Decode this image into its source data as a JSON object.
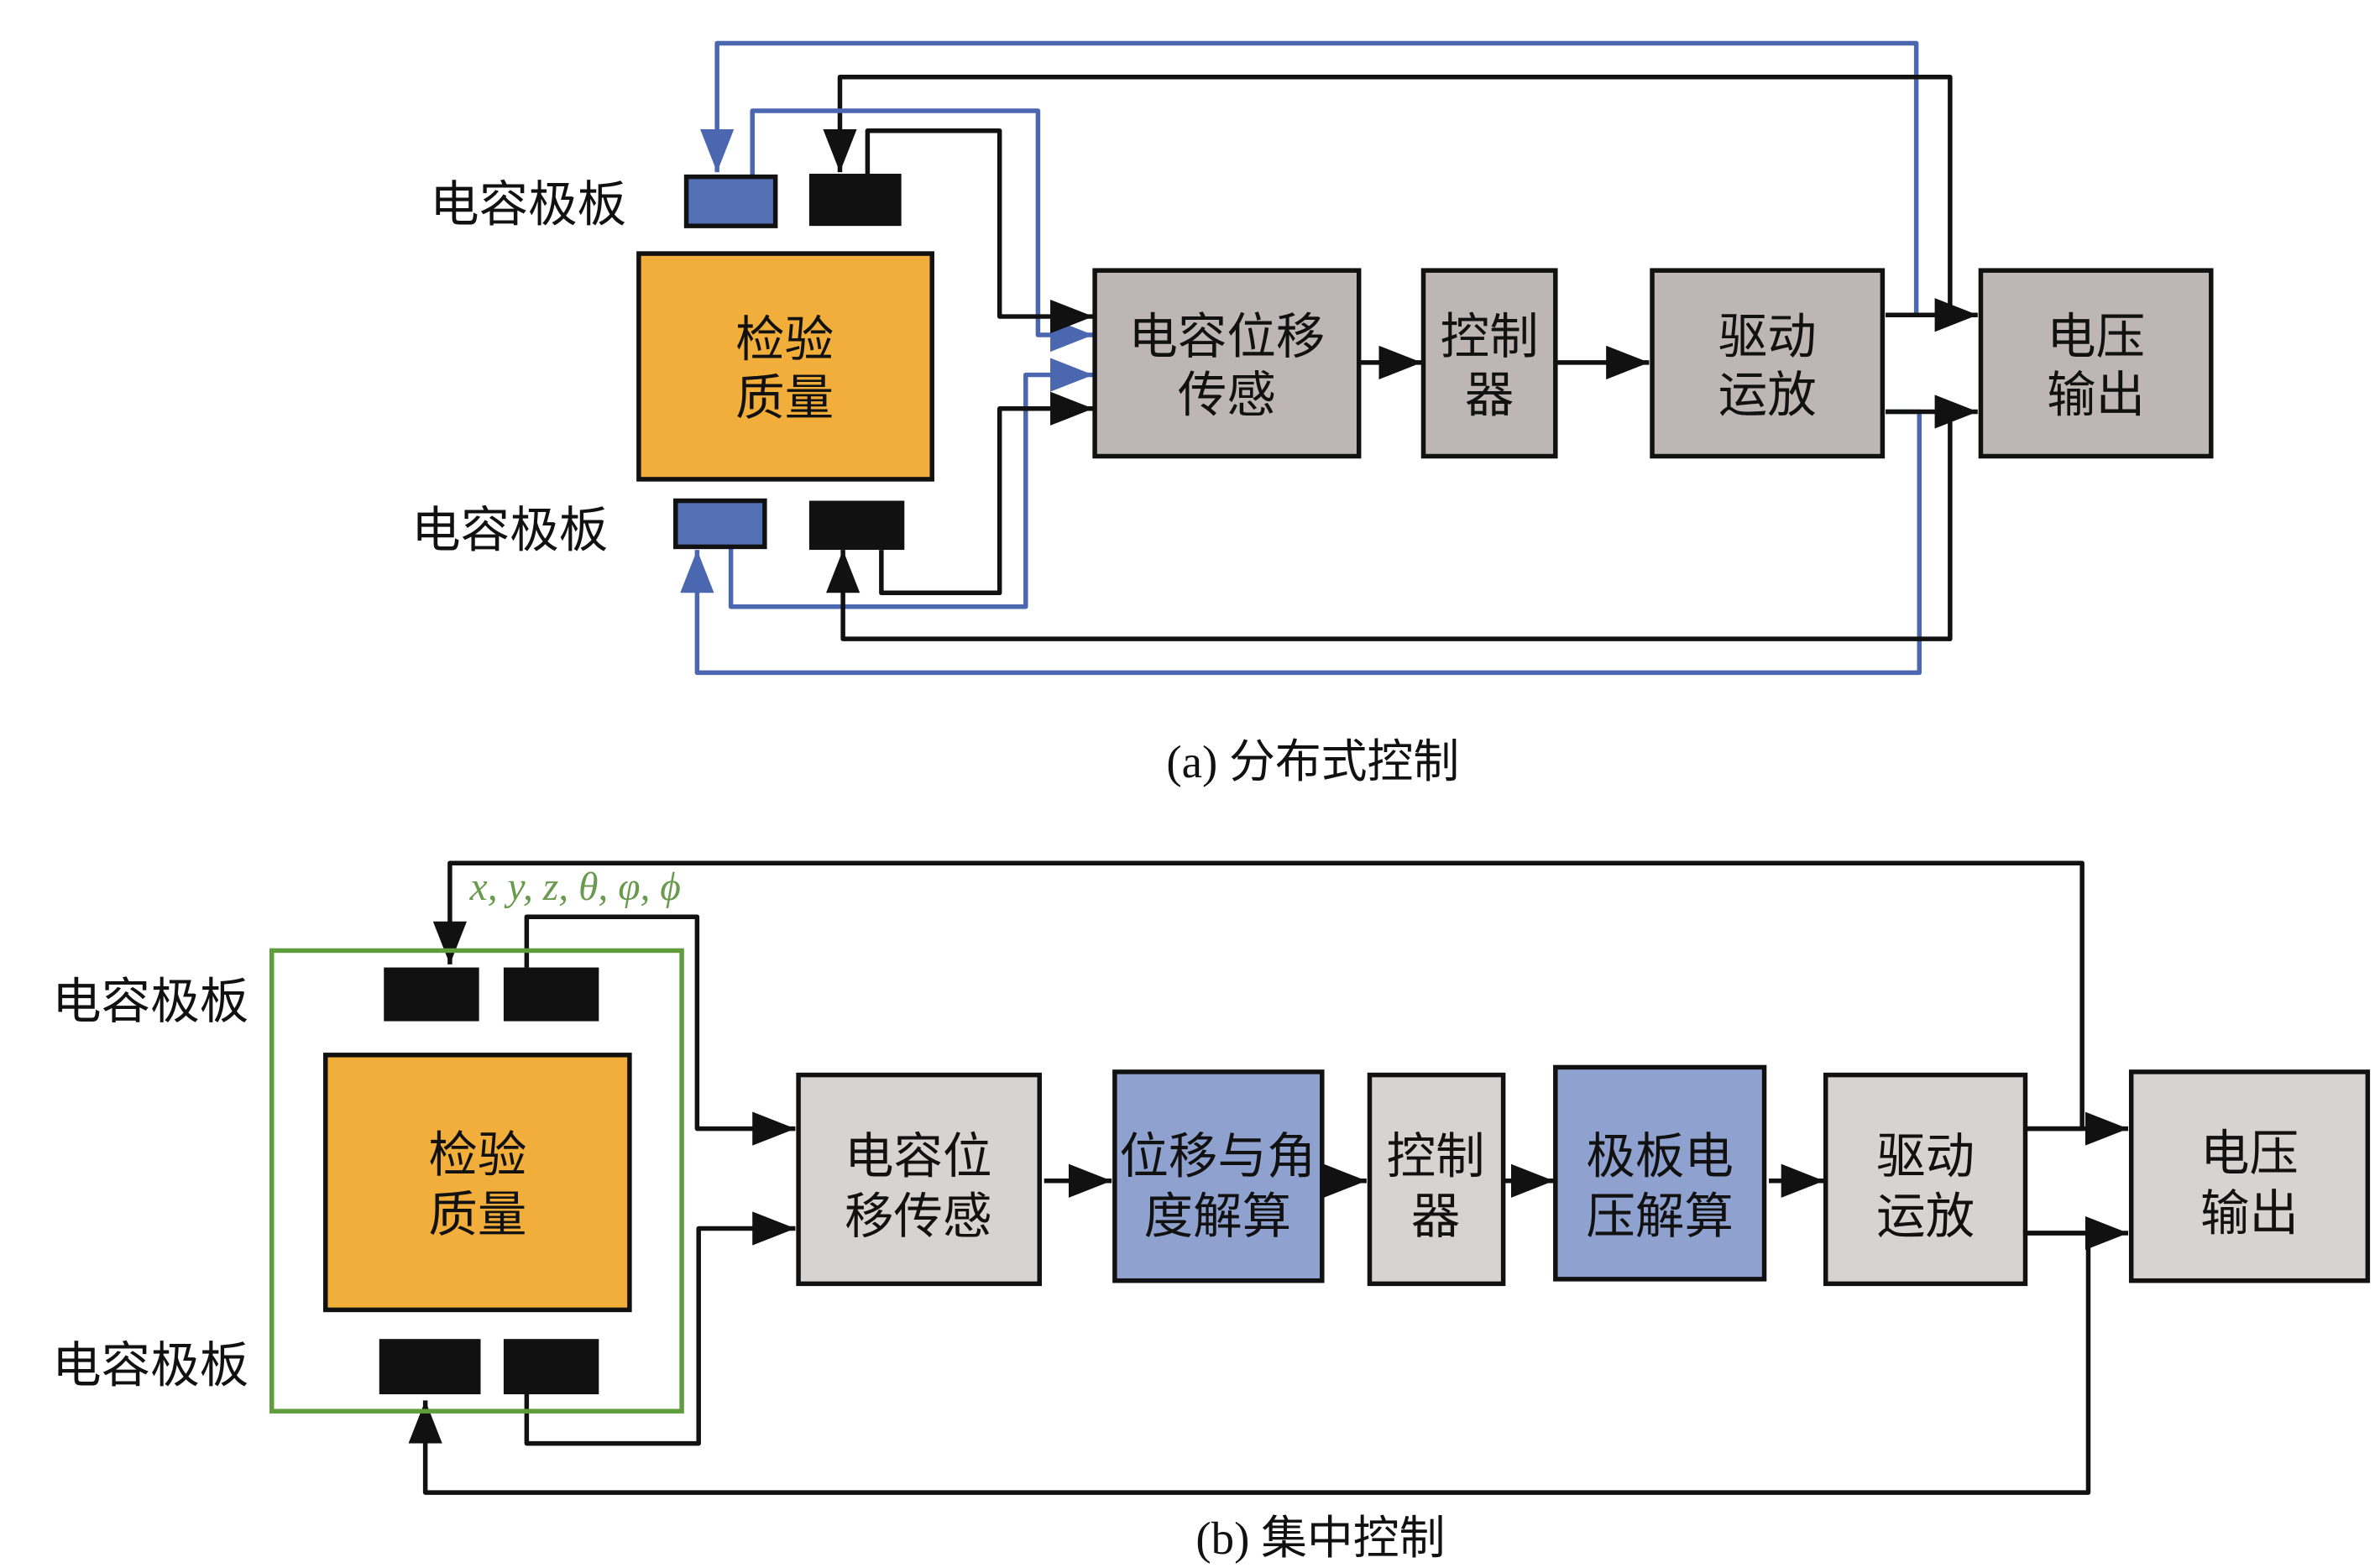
{
  "colors": {
    "mass": "#f2ae3a",
    "gray_box": "#bdb6b4",
    "light_box": "#d6d3d3",
    "blue_box": "#8fa2cf",
    "blue_line": "#4a67b0",
    "green_frame": "#5f9c3c",
    "black": "#111111"
  },
  "panel_a": {
    "caption": "(a) 分布式控制",
    "plate_label_top": "电容极板",
    "plate_label_bottom": "电容极板",
    "mass": [
      "检验",
      "质量"
    ],
    "sensor": [
      "电容位移",
      "传感"
    ],
    "controller": [
      "控制",
      "器"
    ],
    "driver": [
      "驱动",
      "运放"
    ],
    "output": [
      "电压",
      "输出"
    ]
  },
  "panel_b": {
    "caption": "(b) 集中控制",
    "plate_label_top": "电容极板",
    "plate_label_bottom": "电容极板",
    "variables": "x, y, z, θ, φ, ϕ",
    "mass": [
      "检验",
      "质量"
    ],
    "sensor": [
      "电容位",
      "移传感"
    ],
    "solver1": [
      "位移与角",
      "度解算"
    ],
    "controller": [
      "控制",
      "器"
    ],
    "solver2": [
      "极板电",
      "压解算"
    ],
    "driver": [
      "驱动",
      "运放"
    ],
    "output": [
      "电压",
      "输出"
    ]
  }
}
